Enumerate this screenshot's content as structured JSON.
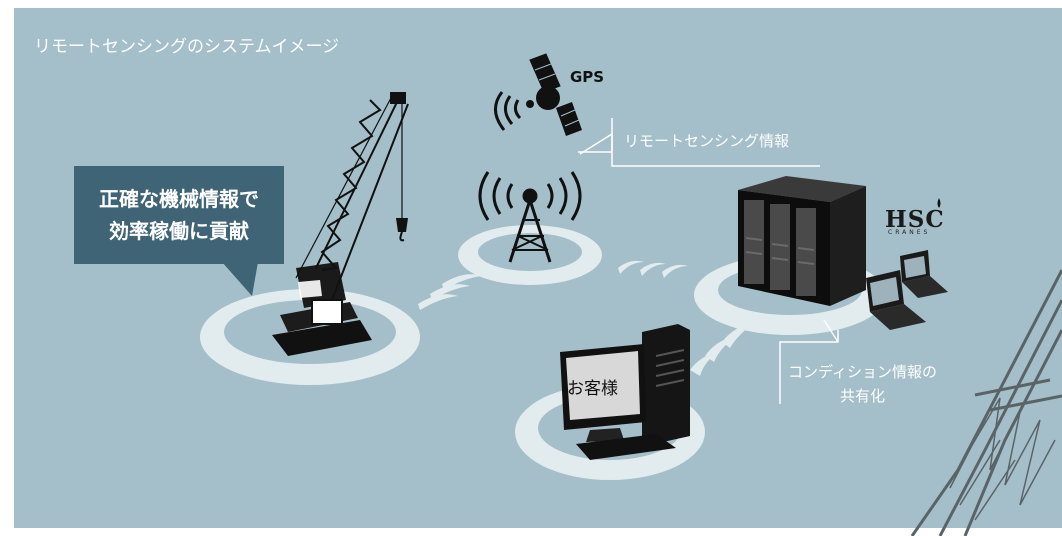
{
  "title": "リモートセンシングのシステムイメージ",
  "callout": {
    "line1": "正確な機械情報で",
    "line2": "効率稼働に貢献"
  },
  "labels": {
    "gps": "GPS",
    "remote_sensing": "リモートセンシング情報",
    "customer": "お客様",
    "condition_line1": "コンディション情報の",
    "condition_line2": "共有化"
  },
  "logo": {
    "main": "HSC",
    "sub": "CRANES"
  },
  "colors": {
    "background": "#a4bfc9",
    "callout": "#3f6475",
    "disc": "#dde8ec"
  }
}
